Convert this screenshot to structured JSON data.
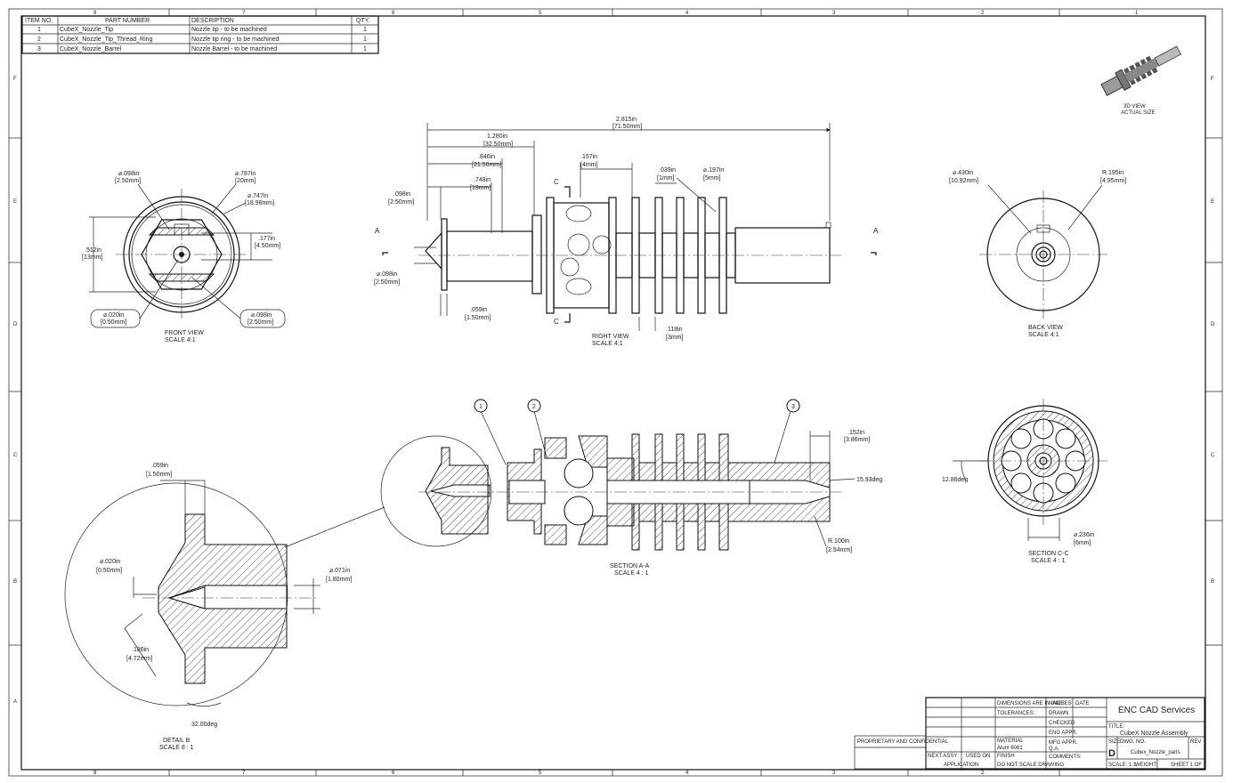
{
  "bom": {
    "headers": [
      "ITEM NO.",
      "PART NUMBER",
      "DESCRIPTION",
      "QTY."
    ],
    "rows": [
      [
        "1",
        "CubeX_Nozzle_Tip",
        "Nozzle tip - to be machined",
        "1"
      ],
      [
        "2",
        "CubeX_Nozzle_Tip_Thread_Ring",
        "Nozzle tip ring - to be machined",
        "1"
      ],
      [
        "3",
        "CubeX_Nozzle_Barrel",
        "Nozzle Barrel - to be machined",
        "1"
      ]
    ]
  },
  "views": {
    "iso": {
      "title": "3D VIEW",
      "subtitle": "ACTUAL SIZE"
    },
    "front": {
      "title": "FRONT VIEW",
      "scale": "SCALE 4:1"
    },
    "right": {
      "title": "RIGHT VIEW",
      "scale": "SCALE 4:1"
    },
    "back": {
      "title": "BACK VIEW",
      "scale": "SCALE 4:1"
    },
    "section_aa": {
      "title": "SECTION A-A",
      "scale": "SCALE 4 : 1"
    },
    "section_cc": {
      "title": "SECTION C-C",
      "scale": "SCALE 4 : 1"
    },
    "detail_b": {
      "title": "DETAIL B",
      "scale": "SCALE 8 : 1"
    }
  },
  "dims": {
    "overall": [
      "2.815in",
      "[71.50mm]"
    ],
    "d1280": [
      "1.280in",
      "[32.50mm]"
    ],
    "d846": [
      ".846in",
      "[21.50mm]"
    ],
    "d748": [
      ".748in",
      "[19mm]"
    ],
    "d157": [
      ".157in",
      "[4mm]"
    ],
    "d039": [
      ".039in",
      "[1mm]"
    ],
    "d197": [
      "⌀.197in",
      "[5mm]"
    ],
    "d098r": [
      ".098in",
      "[2.50mm]"
    ],
    "d098l": [
      "⌀.098in",
      "[2.50mm]"
    ],
    "d059r": [
      ".059in",
      "[1.50mm]"
    ],
    "d118": [
      ".118in",
      "[3mm]"
    ],
    "f_098a": [
      "⌀.098in",
      "[2.50mm]"
    ],
    "f_787": [
      "⌀.787in",
      "[20mm]"
    ],
    "f_747": [
      "⌀.747in",
      "[18.98mm]"
    ],
    "f_177": [
      ".177in",
      "[4.50mm]"
    ],
    "f_512": [
      ".512in",
      "[13mm]"
    ],
    "f_020": [
      "⌀.020in",
      "[0.50mm]"
    ],
    "f_098b": [
      "⌀.098in",
      "[2.50mm]"
    ],
    "b_430": [
      "⌀.430in",
      "[10.92mm]"
    ],
    "b_195": [
      "R.195in",
      "[4.95mm]"
    ],
    "s_152": [
      ".152in",
      "[3.86mm]"
    ],
    "s_deg": "15.93deg",
    "s_100": [
      "R.100in",
      "[2.54mm]"
    ],
    "c_deg": "12.86deg",
    "c_236": [
      "⌀.236in",
      "[6mm]"
    ],
    "db_059": [
      ".059in",
      "[1.50mm]"
    ],
    "db_020": [
      "⌀.020in",
      "[0.50mm]"
    ],
    "db_071": [
      "⌀.071in",
      "[1.80mm]"
    ],
    "db_186": [
      ".186in",
      "[4.72mm]"
    ],
    "db_deg": "32.00deg"
  },
  "balloons": [
    "1",
    "2",
    "3"
  ],
  "section_labels": {
    "a": "A",
    "c": "C"
  },
  "border": {
    "top": [
      "8",
      "7",
      "6",
      "5",
      "4",
      "3",
      "2",
      "1"
    ],
    "left": [
      "F",
      "E",
      "D",
      "C",
      "B",
      "A"
    ]
  },
  "title_block": {
    "company": "ENC CAD Services",
    "title_label": "TITLE:",
    "title": "CubeX Nozzle Assembly",
    "size_label": "SIZE",
    "size": "D",
    "dwg_label": "DWG. NO.",
    "dwg_no": "Cubex_Nozzle_parts",
    "rev_label": "REV",
    "scale": "SCALE: 1:1",
    "weight": "WEIGHT:",
    "sheet": "SHEET 1 OF 1",
    "name_label": "NAME",
    "date_label": "DATE",
    "material_label": "MATERIAL",
    "material": "Alum 6061",
    "finish_label": "FINISH",
    "next_assy": "NEXT ASSY",
    "used_on": "USED ON",
    "application": "APPLICATION",
    "drawn": "DRAWN",
    "checked": "CHECKED",
    "eng_appr": "ENG APPR.",
    "mfg_appr": "MFG APPR.",
    "qa": "Q.A.",
    "comments": "COMMENTS:",
    "proprietary": "PROPRIETARY AND CONFIDENTIAL",
    "units": "DIMENSIONS ARE IN INCHES",
    "tolerances": "TOLERANCES:",
    "do_not_scale": "DO NOT SCALE DRAWING"
  }
}
